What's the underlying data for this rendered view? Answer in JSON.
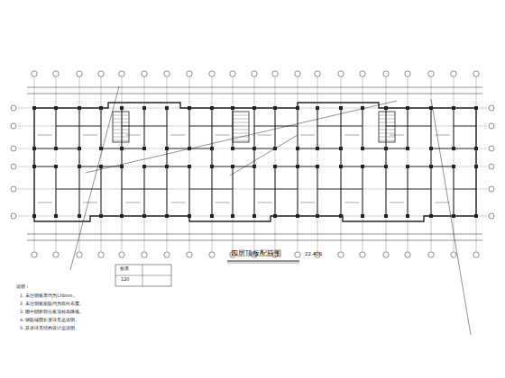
{
  "diagram": {
    "title": "四层顶板配筋图",
    "labels": [
      "22.400",
      "说明：",
      "1. 未注明板厚均为120mm。",
      "2. 未注明板面筋均为双向布置。",
      "3. 图中阴影部分板顶标高降低。",
      "4. 钢筋锚固长度详见总说明。",
      "5. 其余详见结构设计总说明。",
      "板厚",
      "120"
    ]
  }
}
